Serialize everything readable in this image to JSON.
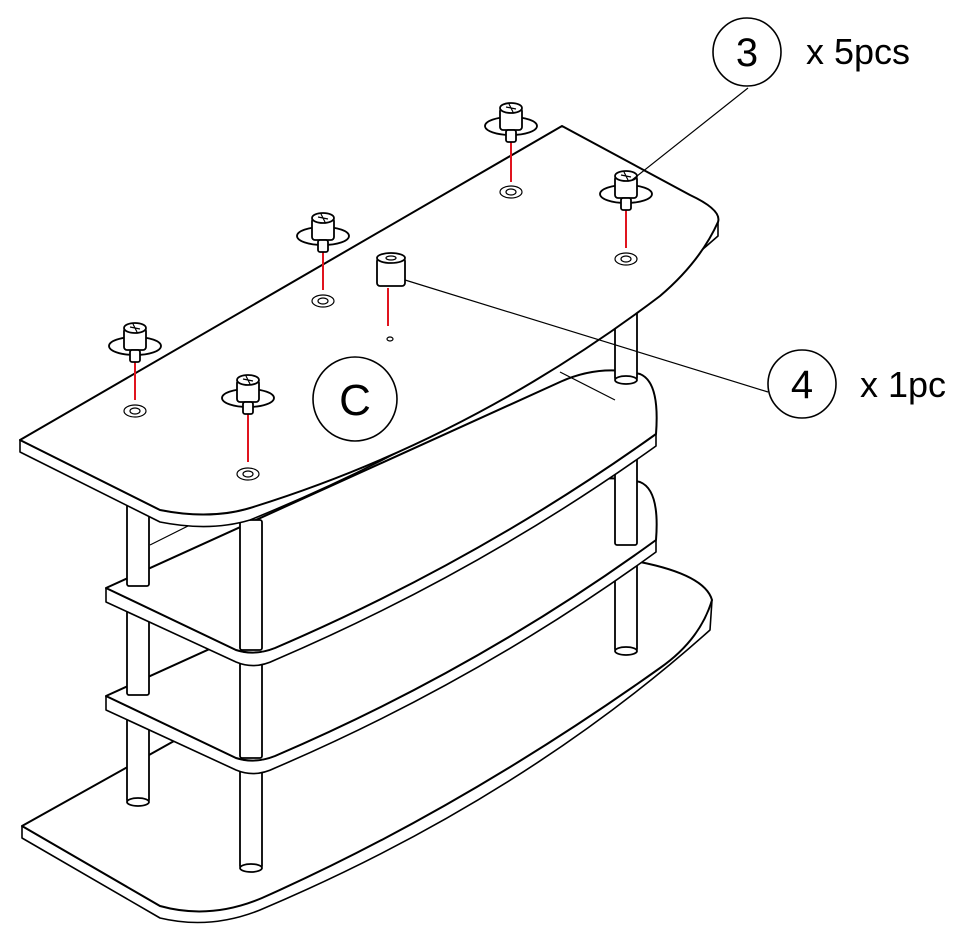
{
  "step": {
    "label": "C"
  },
  "callouts": [
    {
      "number": "3",
      "quantity": "x 5pcs",
      "part": "screw"
    },
    {
      "number": "4",
      "quantity": "x 1pc",
      "part": "post-connector"
    }
  ],
  "colors": {
    "line": "#000000",
    "guide": "#e0141e",
    "background": "#ffffff"
  }
}
